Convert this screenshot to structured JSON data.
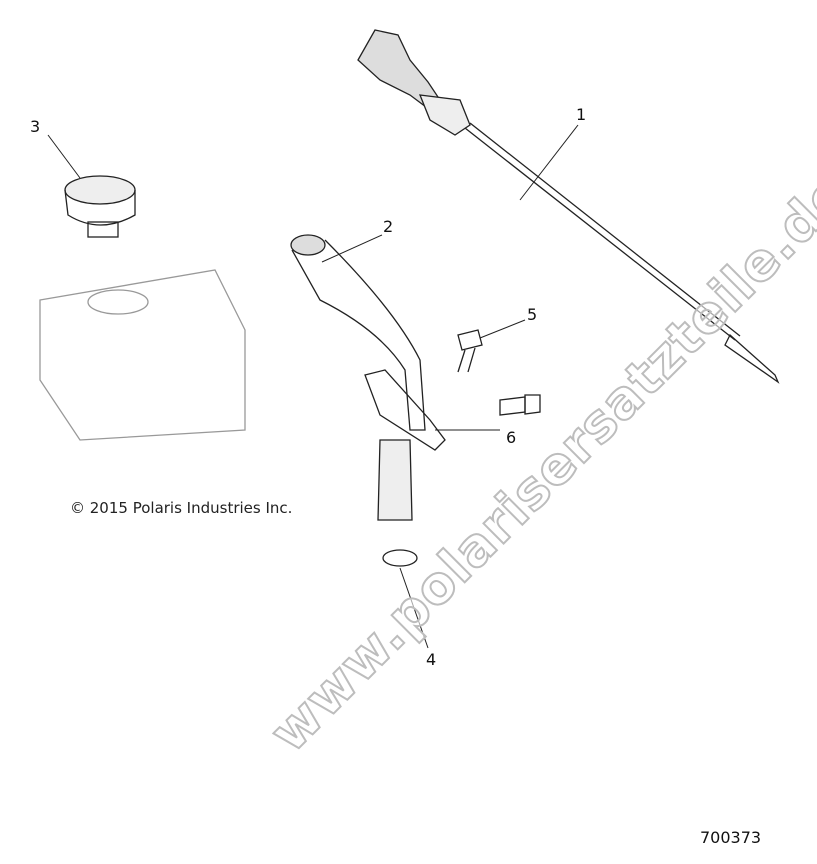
{
  "callouts": {
    "c1": "1",
    "c2": "2",
    "c3": "3",
    "c4": "4",
    "c5": "5",
    "c6": "6"
  },
  "copyright": "© 2015 Polaris Industries Inc.",
  "figure_number": "700373",
  "watermark": "www.polarisersatzteile.de"
}
